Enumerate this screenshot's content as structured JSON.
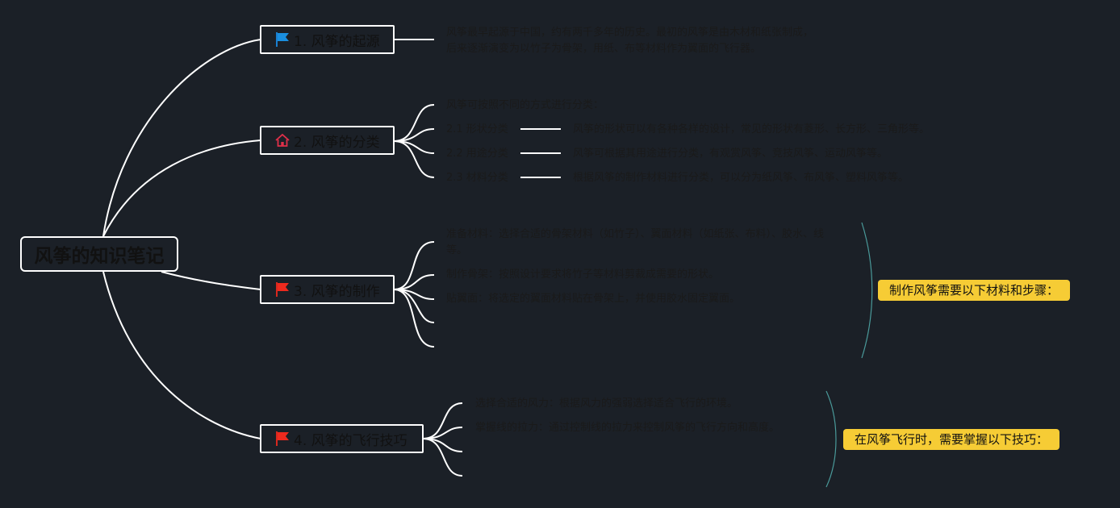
{
  "root": {
    "title": "风筝的知识笔记"
  },
  "topics": [
    {
      "label": "1. 风筝的起源",
      "icon": "blue-flag-icon"
    },
    {
      "label": "2. 风筝的分类",
      "icon": "home-icon"
    },
    {
      "label": "3. 风筝的制作",
      "icon": "red-flag-icon"
    },
    {
      "label": "4. 风筝的飞行技巧",
      "icon": "red-flag-icon"
    }
  ],
  "origin": {
    "line1": "风筝最早起源于中国，约有两千多年的历史。最初的风筝是由木材和纸张制成，",
    "line2": "后来逐渐演变为以竹子为骨架，用纸、布等材料作为翼面的飞行器。"
  },
  "classification": {
    "intro": "风筝可按照不同的方式进行分类：",
    "items": [
      {
        "label": "2.1 形状分类",
        "desc": "风筝的形状可以有各种各样的设计，常见的形状有菱形、长方形、三角形等。"
      },
      {
        "label": "2.2 用途分类",
        "desc": "风筝可根据其用途进行分类，有观赏风筝、竞技风筝、运动风筝等。"
      },
      {
        "label": "2.3 材料分类",
        "desc": "根据风筝的制作材料进行分类，可以分为纸风筝、布风筝、塑料风筝等。"
      }
    ]
  },
  "making": {
    "steps": [
      "准备材料：选择合适的骨架材料（如竹子）、翼面材料（如纸张、布料）、胶水、线等。",
      "制作骨架：按照设计要求将竹子等材料剪裁成需要的形状。",
      "贴翼面：将选定的翼面材料贴在骨架上，并使用胶水固定翼面。"
    ],
    "summary": "制作风筝需要以下材料和步骤："
  },
  "flying": {
    "tips": [
      "选择合适的风力：根据风力的强弱选择适合飞行的环境。",
      "掌握线的拉力：通过控制线的拉力来控制风筝的飞行方向和高度。"
    ],
    "summary": "在风筝飞行时，需要掌握以下技巧："
  },
  "colors": {
    "background": "#1b2027",
    "line": "#ffffff",
    "summary": "#f6cc35",
    "bracket": "#4a9a9a"
  }
}
